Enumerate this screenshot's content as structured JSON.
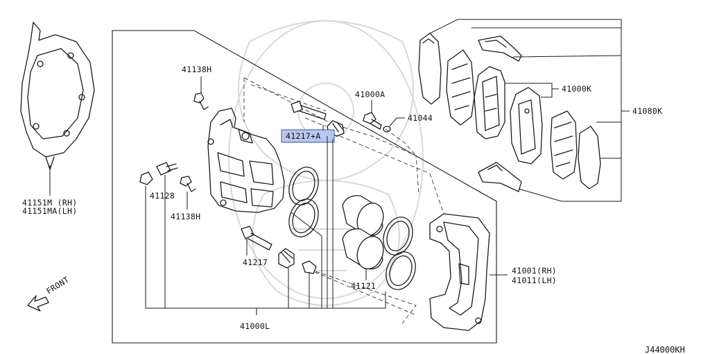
{
  "labels": {
    "backing_plate": "41151M  (RH)",
    "backing_plate_lh": "41151MA(LH)",
    "bolt_top": "41138H",
    "bolt_mid": "41138H",
    "bleeder": "41128",
    "pin_bolt": "41217",
    "pin_bolt_a": "41217+A",
    "caliper_assy": "41000L",
    "piston": "41121",
    "torque_bolt": "41000A",
    "washer": "41044",
    "pad_kit": "41000K",
    "pad_set": "41080K",
    "caliper_rh": "41001(RH)",
    "caliper_lh": "41011(LH)",
    "front": "FRONT",
    "diagram_ref": "J44000KH"
  },
  "highlight_color": "#b9c7ee",
  "highlight_border": "#3a4fa8"
}
